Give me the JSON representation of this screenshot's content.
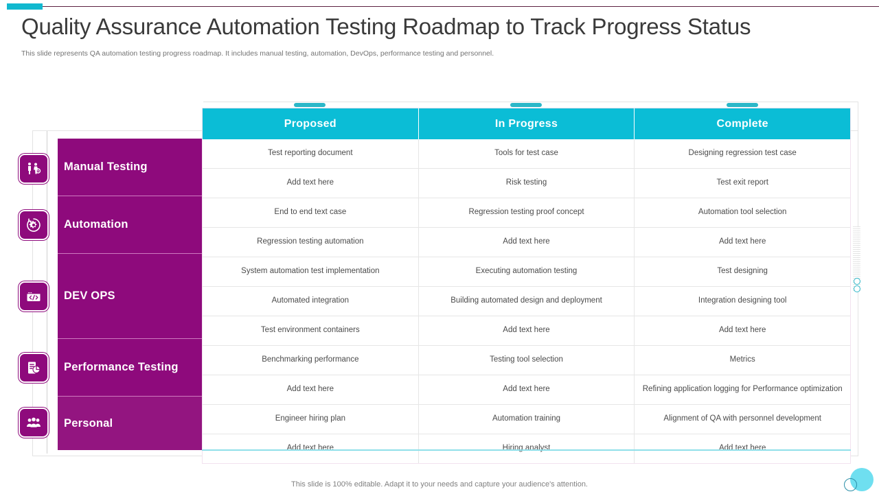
{
  "header": {
    "title": "Quality Assurance Automation Testing Roadmap to Track Progress Status",
    "subtitle": "This slide represents QA automation testing progress roadmap. It includes manual testing, automation, DevOps, performance testing and personnel."
  },
  "theme": {
    "accent_cyan": "#0bbdd6",
    "accent_purple": "#8e0a7c",
    "rule_purple": "#5c2040",
    "text_gray": "#4a4a4a"
  },
  "table": {
    "columns": [
      "Proposed",
      "In Progress",
      "Complete"
    ],
    "rows": [
      [
        "Test reporting document",
        "Tools for test case",
        "Designing regression test case"
      ],
      [
        "Add text here",
        "Risk testing",
        "Test exit report"
      ],
      [
        "End to end text case",
        "Regression testing proof concept",
        "Automation tool selection"
      ],
      [
        "Regression testing automation",
        "Add text here",
        "Add text here"
      ],
      [
        "System automation test implementation",
        "Executing automation testing",
        "Test designing"
      ],
      [
        "Automated integration",
        "Building automated design and deployment",
        "Integration designing tool"
      ],
      [
        "Test environment  containers",
        "Add text here",
        "Add text here"
      ],
      [
        "Benchmarking performance",
        "Testing tool selection",
        "Metrics"
      ],
      [
        "Add text here",
        "Add text here",
        "Refining application logging for Performance optimization"
      ],
      [
        "Engineer hiring plan",
        "Automation training",
        "Alignment of QA with personnel development"
      ],
      [
        "Add text here",
        "Hiring analyst",
        "Add text here"
      ]
    ]
  },
  "categories": [
    {
      "label": "Manual Testing",
      "icon": "manual-testing-icon",
      "rows": 2
    },
    {
      "label": "Automation",
      "icon": "automation-gear-icon",
      "rows": 2
    },
    {
      "label": "DEV  OPS",
      "icon": "devops-code-window-icon",
      "rows": 3
    },
    {
      "label": "Performance Testing",
      "icon": "performance-report-icon",
      "rows": 2
    },
    {
      "label": "Personal",
      "icon": "personnel-people-icon",
      "rows": 2
    }
  ],
  "footer": {
    "note": "This slide is 100% editable. Adapt it to your needs and capture your audience's attention."
  }
}
